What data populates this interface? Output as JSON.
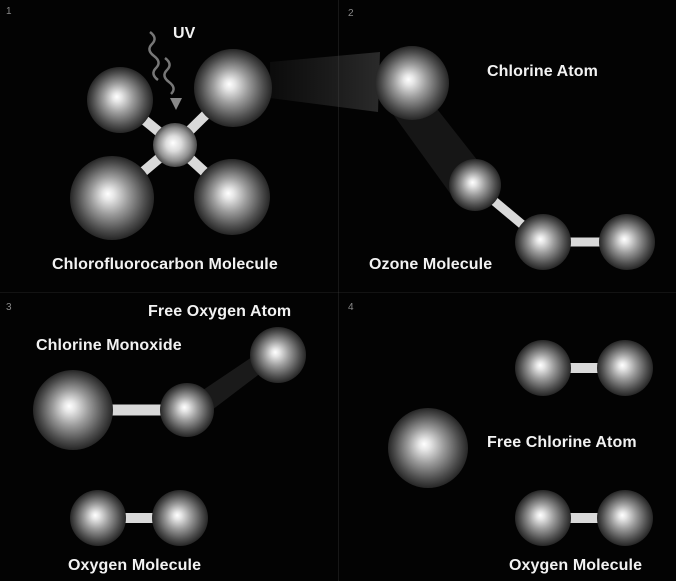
{
  "panels": [
    {
      "number": "1",
      "uv_label": "UV",
      "molecule_label": "Chlorofluorocarbon Molecule"
    },
    {
      "number": "2",
      "atom_label": "Chlorine Atom",
      "molecule_label": "Ozone Molecule"
    },
    {
      "number": "3",
      "free_atom_label": "Free Oxygen Atom",
      "compound_label": "Chlorine Monoxide",
      "molecule_label": "Oxygen Molecule"
    },
    {
      "number": "4",
      "atom_label": "Free Chlorine Atom",
      "molecule_label": "Oxygen Molecule"
    }
  ],
  "colors": {
    "background": "#030303",
    "text": "#f2f2f2",
    "bond": "#d9d9d9",
    "atom_highlight": "#ffffff",
    "atom_shadow": "#2a2a2a"
  }
}
